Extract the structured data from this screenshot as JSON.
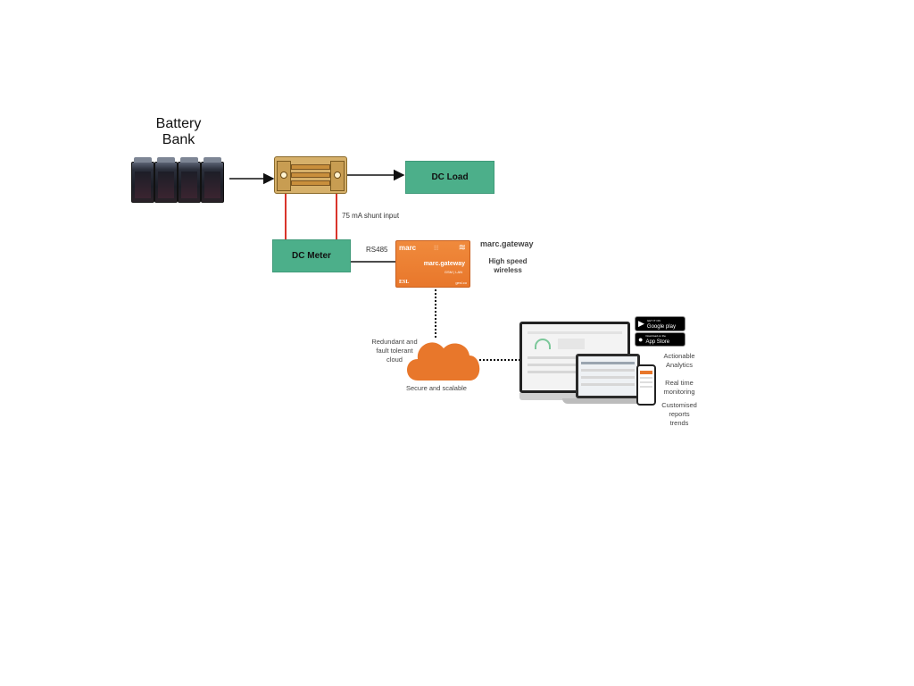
{
  "battery": {
    "title": "Battery\nBank",
    "title_line1": "Battery",
    "title_line2": "Bank"
  },
  "dc_load": {
    "label": "DC Load"
  },
  "dc_meter": {
    "label": "DC Meter"
  },
  "shunt": {
    "label": "75 mA shunt input"
  },
  "link": {
    "label": "RS485"
  },
  "gateway": {
    "title": "marc.gateway",
    "speed_line1": "High speed",
    "speed_line2": "wireless",
    "device_logo": "marc",
    "device_name": "marc.gateway",
    "device_sub": "GSM | LAN",
    "device_brand": "ESL",
    "device_url": "gesl.co"
  },
  "cloud": {
    "label_line1": "Redundant and",
    "label_line2": "fault tolerant",
    "label_line3": "cloud",
    "label_secure": "Secure and scalable",
    "color": "#e8772b"
  },
  "stores": {
    "google_small": "GET IT ON",
    "google_label": "Google play",
    "apple_small": "Download on the",
    "apple_label": "App Store"
  },
  "features": {
    "f1_line1": "Actionable",
    "f1_line2": "Analytics",
    "f2_line1": "Real time",
    "f2_line2": "monitoring",
    "f3_line1": "Customised",
    "f3_line2": "reports",
    "f3_line3": "trends"
  },
  "colors": {
    "green_box": "#4caf8a",
    "orange": "#e8772b",
    "wire_red": "#d9342b"
  }
}
